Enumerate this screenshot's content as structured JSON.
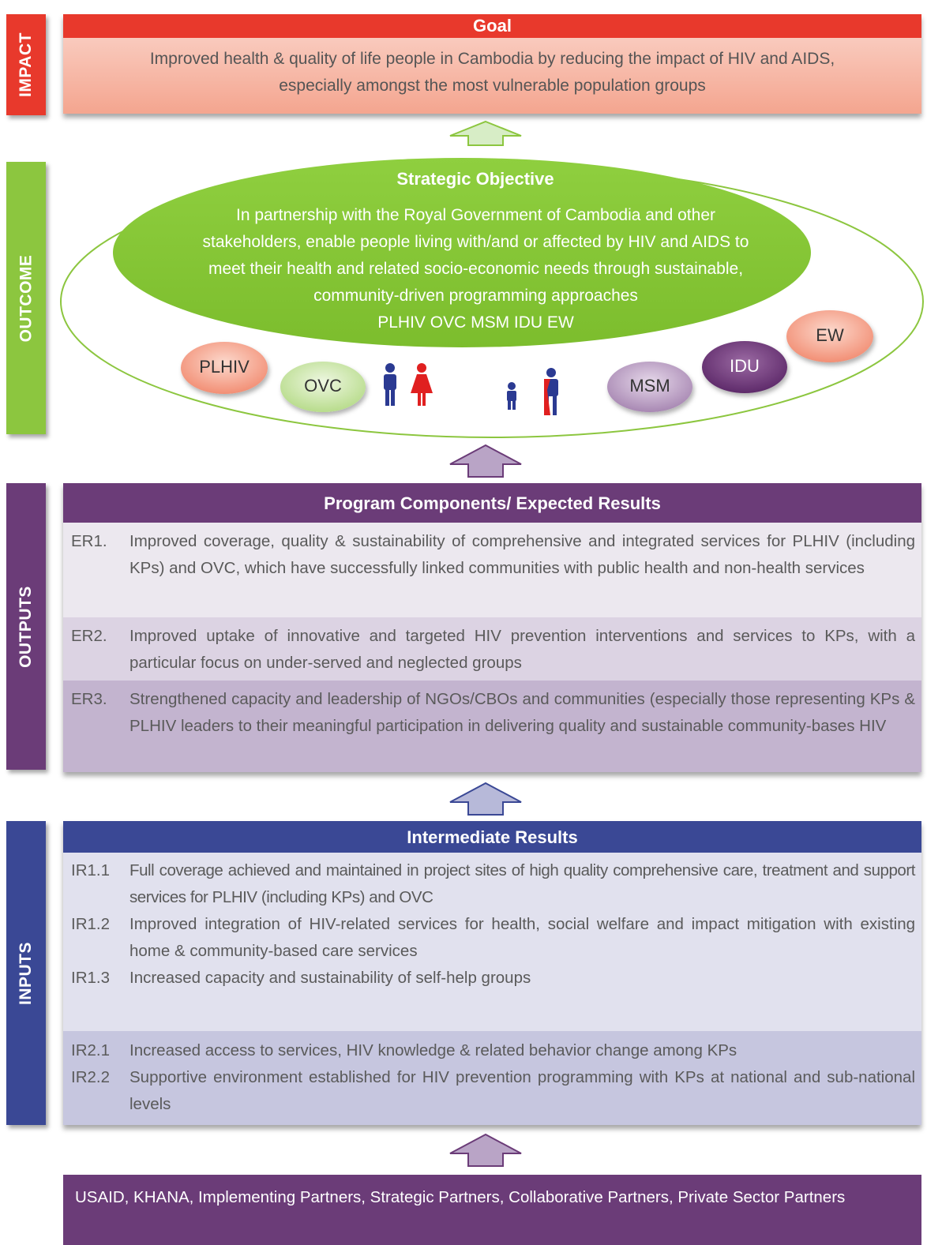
{
  "sidebars": {
    "impact": "IMPACT",
    "outcome": "OUTCOME",
    "outputs": "OUTPUTS",
    "inputs": "INPUTS"
  },
  "goal": {
    "title": "Goal",
    "line1": "Improved health & quality of life people in Cambodia by reducing the impact of HIV and AIDS,",
    "line2": "especially amongst the most vulnerable population groups"
  },
  "strategic_objective": {
    "title": "Strategic Objective",
    "lines": [
      "In partnership with the Royal Government of Cambodia and other",
      "stakeholders, enable people living with/and or affected by HIV and AIDS to",
      "meet their health and related socio-economic needs through sustainable,",
      "community-driven programming approaches",
      "PLHIV OVC MSM IDU EW"
    ]
  },
  "groups": {
    "plhiv": "PLHIV",
    "ovc": "OVC",
    "msm": "MSM",
    "idu": "IDU",
    "ew": "EW"
  },
  "expected_results": {
    "title": "Program Components/ Expected Results",
    "items": [
      {
        "code": "ER1.",
        "text": "Improved coverage, quality & sustainability of comprehensive and integrated services for PLHIV (including KPs) and OVC, which have successfully linked communities with public health and non-health services"
      },
      {
        "code": "ER2.",
        "text": "Improved uptake of innovative and targeted HIV prevention interventions and services to KPs, with a particular focus on under-served and neglected groups"
      },
      {
        "code": "ER3.",
        "text": "Strengthened capacity and leadership of NGOs/CBOs and communities (especially those representing KPs & PLHIV leaders to their meaningful participation in delivering quality and sustainable community-bases HIV"
      }
    ]
  },
  "intermediate_results": {
    "title": "Intermediate Results",
    "group1": [
      {
        "code": "IR1.1",
        "text": "Full coverage achieved and maintained in project sites of high quality comprehensive care, treatment and support services for PLHIV (including KPs) and OVC"
      },
      {
        "code": "IR1.2",
        "text": "Improved integration of HIV-related services for health, social welfare and impact mitigation with existing home & community-based care services"
      },
      {
        "code": "IR1.3",
        "text": "Increased capacity and sustainability of self-help groups"
      }
    ],
    "group2": [
      {
        "code": "IR2.1",
        "text": "Increased access to services, HIV knowledge & related behavior change among KPs"
      },
      {
        "code": "IR2.2",
        "text": "Supportive environment established for HIV prevention programming with KPs at national and sub-national levels"
      }
    ]
  },
  "partners": {
    "text": "USAID, KHANA, Implementing Partners, Strategic Partners, Collaborative Partners, Private Sector Partners"
  },
  "colors": {
    "impact": "#e8392c",
    "outcome": "#8cc63f",
    "outputs": "#6b3c78",
    "inputs": "#3a4895"
  }
}
